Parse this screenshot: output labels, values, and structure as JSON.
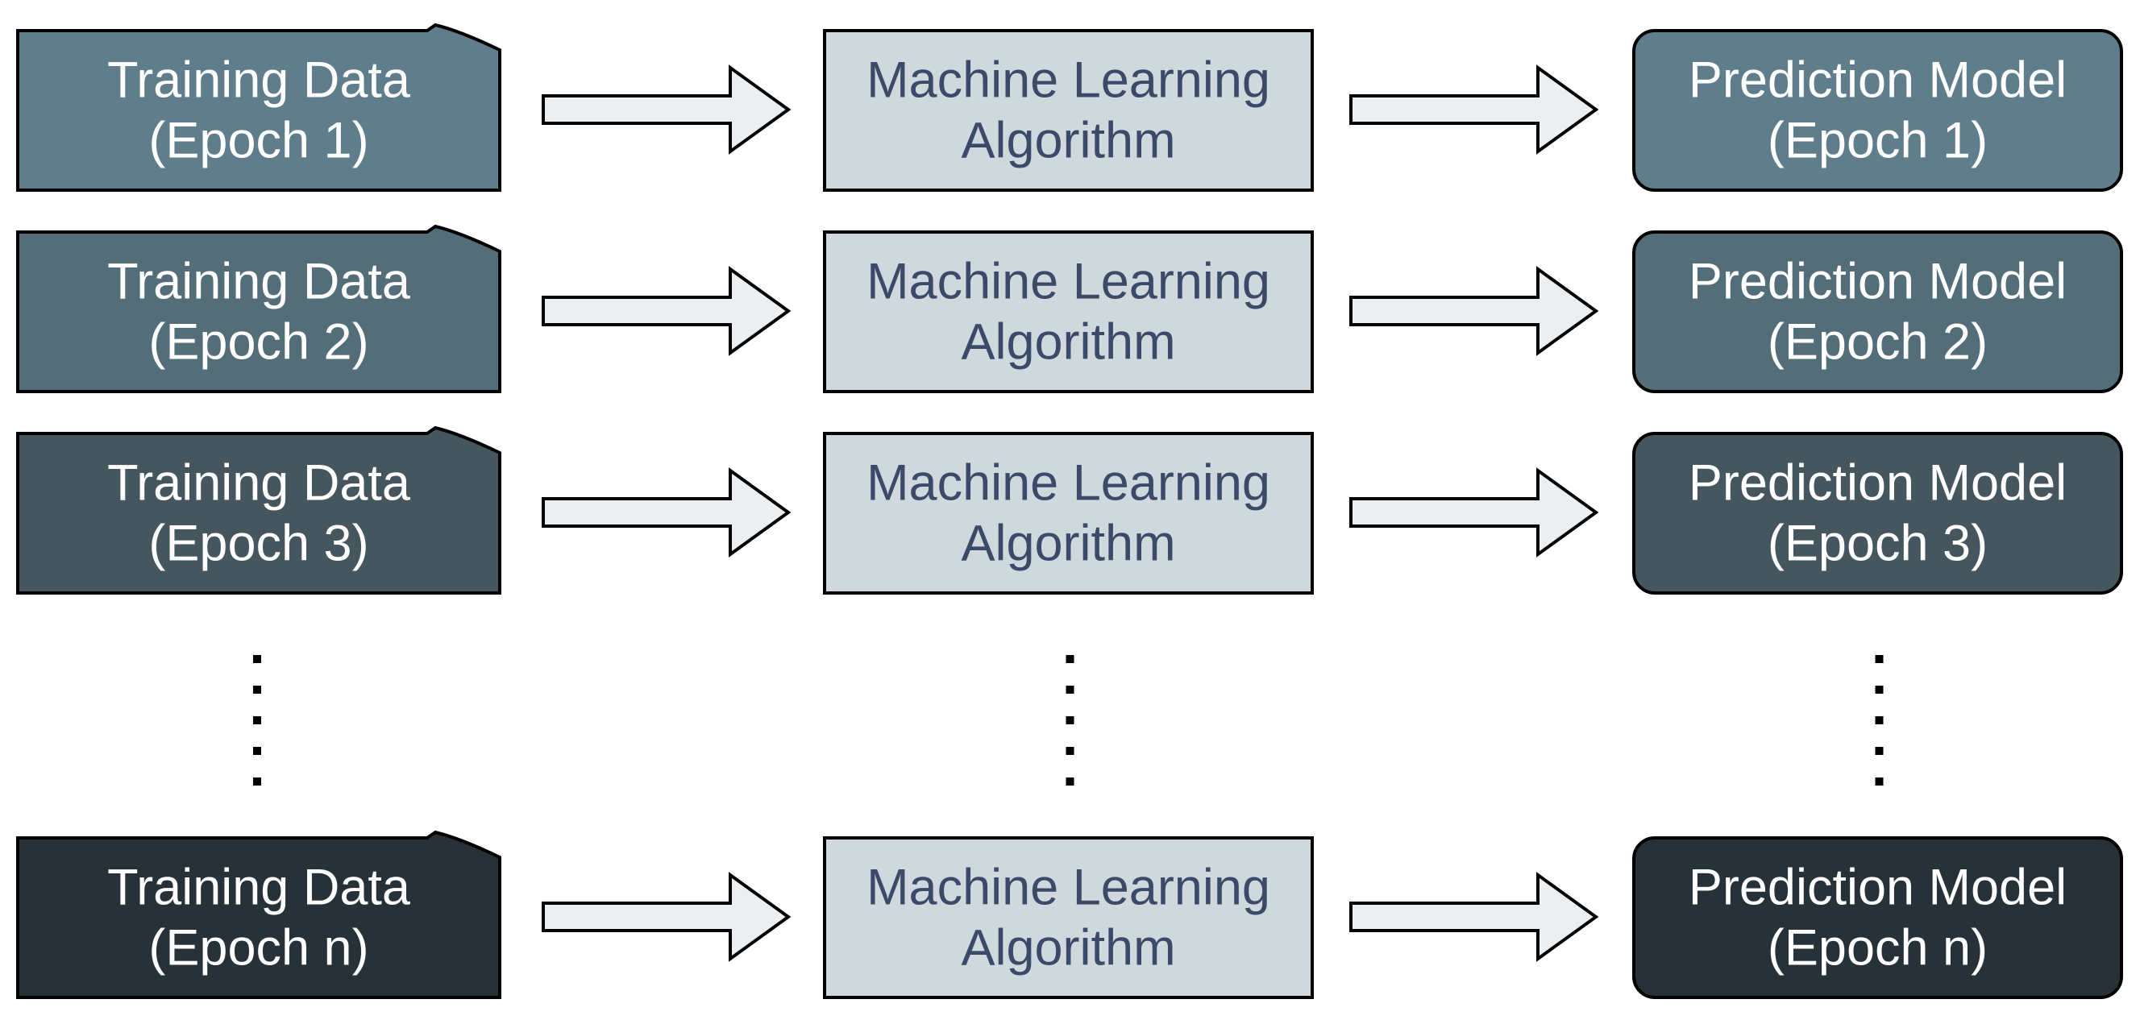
{
  "rows": [
    {
      "training_data": [
        "Training Data",
        "(Epoch 1)"
      ],
      "algorithm": [
        "Machine Learning",
        "Algorithm"
      ],
      "model": [
        "Prediction Model",
        "(Epoch 1)"
      ],
      "data_color": "#607d8b",
      "model_color": "#607d8b"
    },
    {
      "training_data": [
        "Training Data",
        "(Epoch 2)"
      ],
      "algorithm": [
        "Machine Learning",
        "Algorithm"
      ],
      "model": [
        "Prediction Model",
        "(Epoch 2)"
      ],
      "data_color": "#536d79",
      "model_color": "#536d79"
    },
    {
      "training_data": [
        "Training Data",
        "(Epoch 3)"
      ],
      "algorithm": [
        "Machine Learning",
        "Algorithm"
      ],
      "model": [
        "Prediction Model",
        "(Epoch 3)"
      ],
      "data_color": "#45565f",
      "model_color": "#45565f"
    },
    {
      "training_data": [
        "Training Data",
        "(Epoch n)"
      ],
      "algorithm": [
        "Machine Learning",
        "Algorithm"
      ],
      "model": [
        "Prediction Model",
        "(Epoch n)"
      ],
      "data_color": "#263238",
      "model_color": "#263238"
    }
  ],
  "colors": {
    "algorithm_fill": "#cfd8dc",
    "algorithm_text": "#3c4a6a",
    "light_text": "#ffffff",
    "arrow_fill": "#eceff1",
    "stroke": "#000000"
  }
}
